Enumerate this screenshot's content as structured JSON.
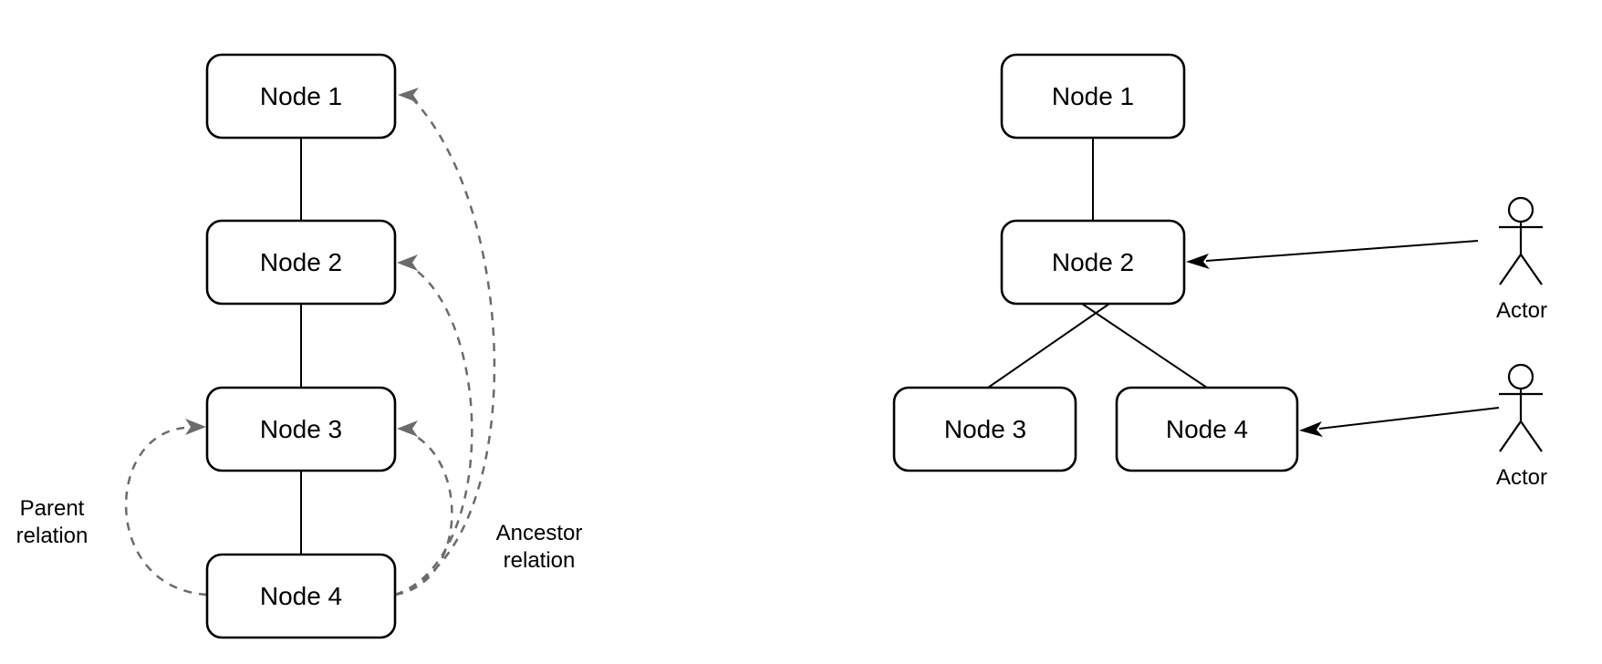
{
  "colors": {
    "background": "#ffffff",
    "node_fill": "#ffffff",
    "node_stroke": "#000000",
    "solid_edge": "#000000",
    "dashed_edge": "#6b6b6b",
    "text": "#000000"
  },
  "left_diagram": {
    "nodes": [
      "Node 1",
      "Node 2",
      "Node 3",
      "Node 4"
    ],
    "parent_label": {
      "line1": "Parent",
      "line2": "relation"
    },
    "ancestor_label": {
      "line1": "Ancestor",
      "line2": "relation"
    }
  },
  "right_diagram": {
    "nodes": [
      "Node 1",
      "Node 2",
      "Node 3",
      "Node 4"
    ],
    "actor_labels": [
      "Actor",
      "Actor"
    ]
  }
}
